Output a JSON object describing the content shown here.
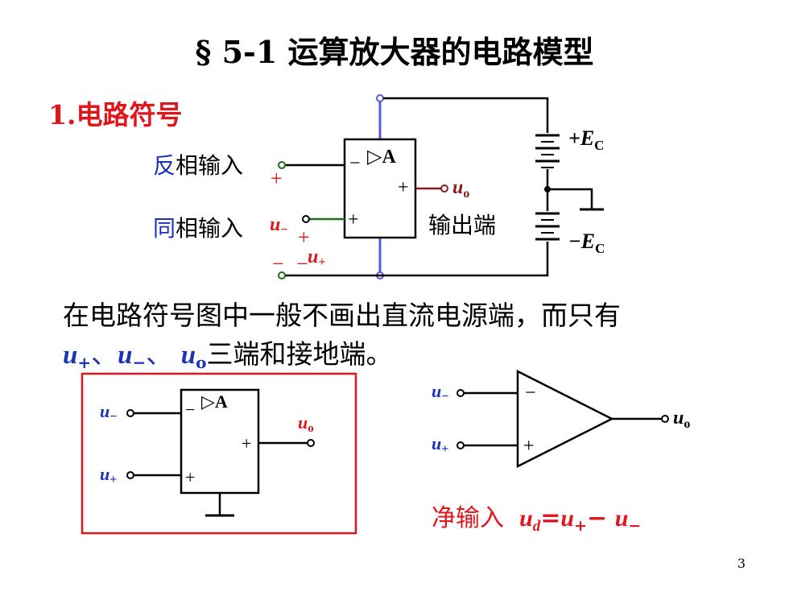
{
  "title": "§ 5-1  运算放大器的电路模型",
  "section1": {
    "label": "1.电路符号"
  },
  "diagram1": {
    "inv_prefix": "反",
    "inv_suffix": "相输入",
    "noninv_prefix": "同",
    "noninv_suffix": "相输入",
    "amp_label": "▷A",
    "minus_sign": "−",
    "plus_sign": "+",
    "output_sym": "u",
    "output_sub": "o",
    "output_label": "输出端",
    "u_minus_sym": "u",
    "u_minus_sub": "−",
    "u_plus_sym": "u",
    "u_plus_sub": "+",
    "supply_pos": "+E",
    "supply_neg": "−E",
    "supply_sub": "C"
  },
  "paragraph": {
    "line1": "在电路符号图中一般不画出直流电源端，而只有",
    "sym_u": "u",
    "sub_plus": "+",
    "sub_minus": "−",
    "sub_o": "o",
    "sep": "、",
    "line2_suffix": "三端和接地端。"
  },
  "diagram2": {
    "amp_label": "▷A",
    "in_minus_sub": "−",
    "in_plus_sub": "+",
    "out_sub": "o",
    "sym_u": "u"
  },
  "diagram3": {
    "sym_u": "u",
    "in_minus_sub": "−",
    "in_plus_sub": "+",
    "out_sub": "o"
  },
  "net_input": {
    "label": "净输入",
    "sym_u": "u",
    "sub_d": "d",
    "eq": "=",
    "sub_plus": "+",
    "minus": "−",
    "sub_minus": "−"
  },
  "page_number": "3",
  "colors": {
    "red": "#e0161c",
    "blue": "#1b33b8",
    "dark_red": "#8b1a1a",
    "green": "#1d6b1d",
    "purple": "#5a5ad0"
  }
}
